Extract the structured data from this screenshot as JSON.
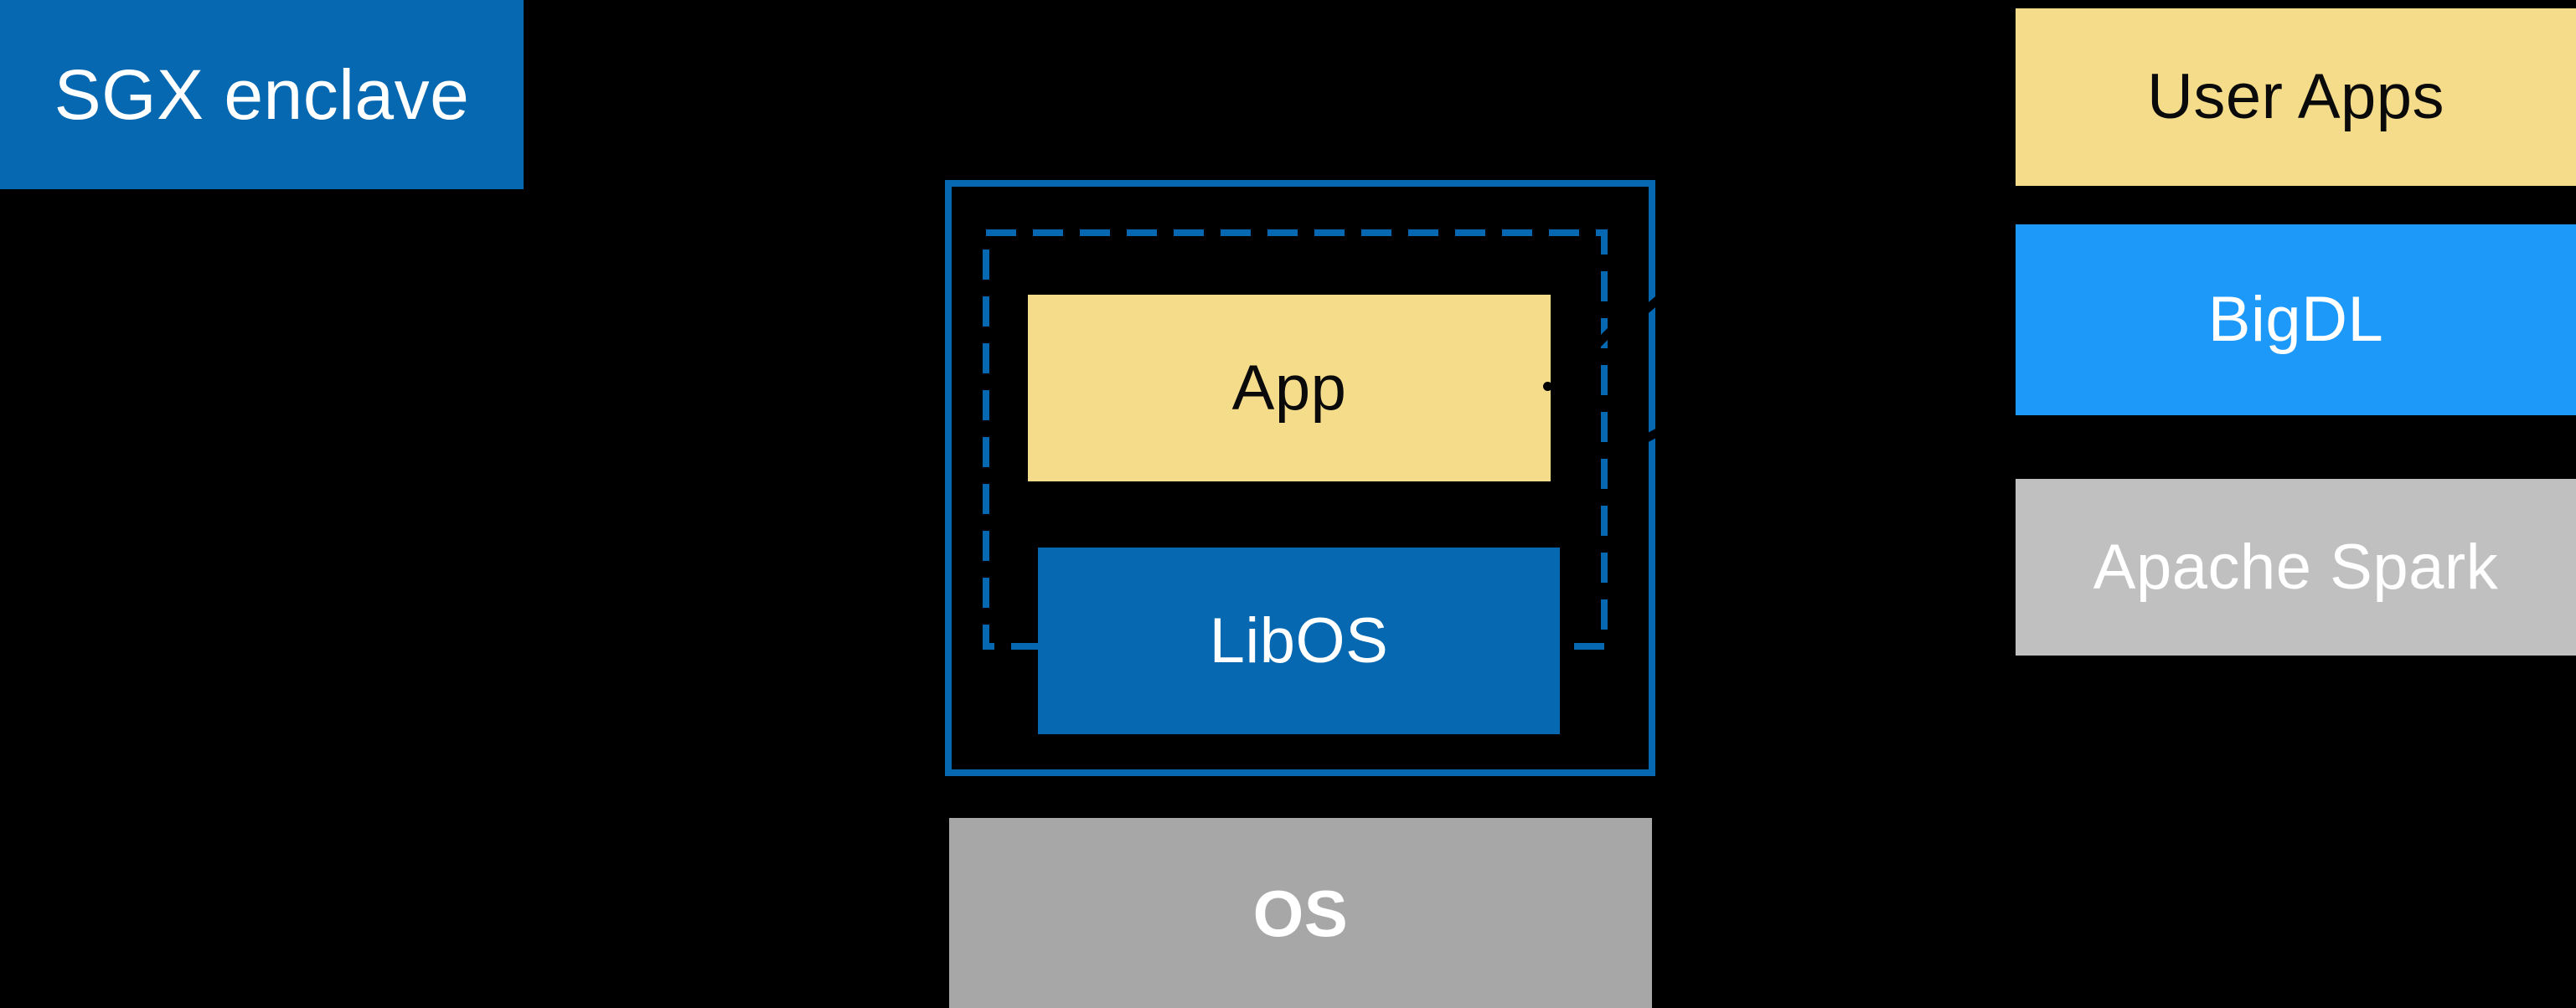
{
  "diagram": {
    "background": "#000000",
    "palette": {
      "intel_blue": "#0668B1",
      "bright_blue": "#1D99FA",
      "yellow": "#F5DC8B",
      "gray_light": "#C0C0C0",
      "gray_medium": "#A7A7A7",
      "text_black": "#0A0A0A",
      "text_white": "#FFFFFF"
    },
    "sgx_enclave": {
      "label": "SGX enclave"
    },
    "enclave_detail": {
      "app": {
        "label": "App"
      },
      "libos": {
        "label": "LibOS"
      },
      "os": {
        "label": "OS"
      }
    },
    "software_stack": {
      "items": [
        {
          "label": "User Apps"
        },
        {
          "label": "BigDL"
        },
        {
          "label": "Apache Spark"
        }
      ]
    }
  }
}
